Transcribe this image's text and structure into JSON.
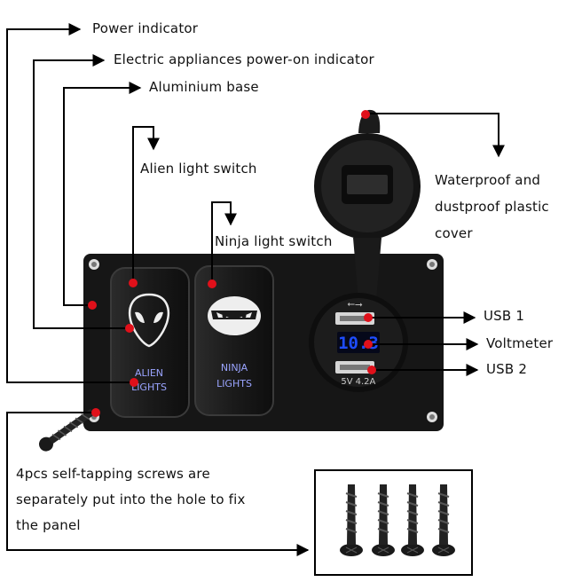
{
  "callouts": {
    "power_indicator": "Power indicator",
    "appliance_indicator": "Electric appliances power-on indicator",
    "aluminium_base": "Aluminium base",
    "alien_switch": "Alien light switch",
    "ninja_switch": "Ninja light switch",
    "cover_line1": "Waterproof and",
    "cover_line2": "dustproof plastic",
    "cover_line3": "cover",
    "usb1": "USB 1",
    "voltmeter": "Voltmeter",
    "usb2": "USB 2",
    "screws_line1": "4pcs self-tapping screws are",
    "screws_line2": "separately put into the hole to fix",
    "screws_line3": "the panel"
  },
  "switches": {
    "alien_line1": "ALIEN",
    "alien_line2": "LIGHTS",
    "ninja_line1": "NINJA",
    "ninja_line2": "LIGHTS"
  },
  "usb_module": {
    "voltage_reading": "10.3",
    "rating_left": "5V",
    "rating_right": "4.2A"
  },
  "colors": {
    "panel": "#161616",
    "indicator_dot": "#e0101a",
    "display_blue": "#1e4dff",
    "switch_glow": "#9aa4ff"
  }
}
